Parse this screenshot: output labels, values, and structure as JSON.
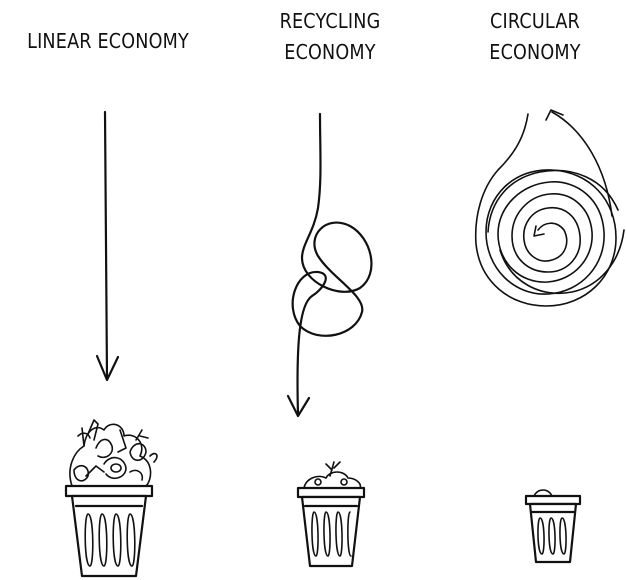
{
  "columns": [
    {
      "id": "linear",
      "title_lines": [
        "LINEAR ECONOMY"
      ],
      "arrow": "straight-down-arrow",
      "bin": "overflowing-trash-bin"
    },
    {
      "id": "recycling",
      "title_lines": [
        "RECYCLING",
        "ECONOMY"
      ],
      "arrow": "looped-down-arrow",
      "bin": "medium-trash-bin"
    },
    {
      "id": "circular",
      "title_lines": [
        "CIRCULAR",
        "ECONOMY"
      ],
      "arrow": "spiral-circular-arrow",
      "bin": "small-trash-bin"
    }
  ],
  "colors": {
    "ink": "#111111",
    "background": "#ffffff"
  }
}
